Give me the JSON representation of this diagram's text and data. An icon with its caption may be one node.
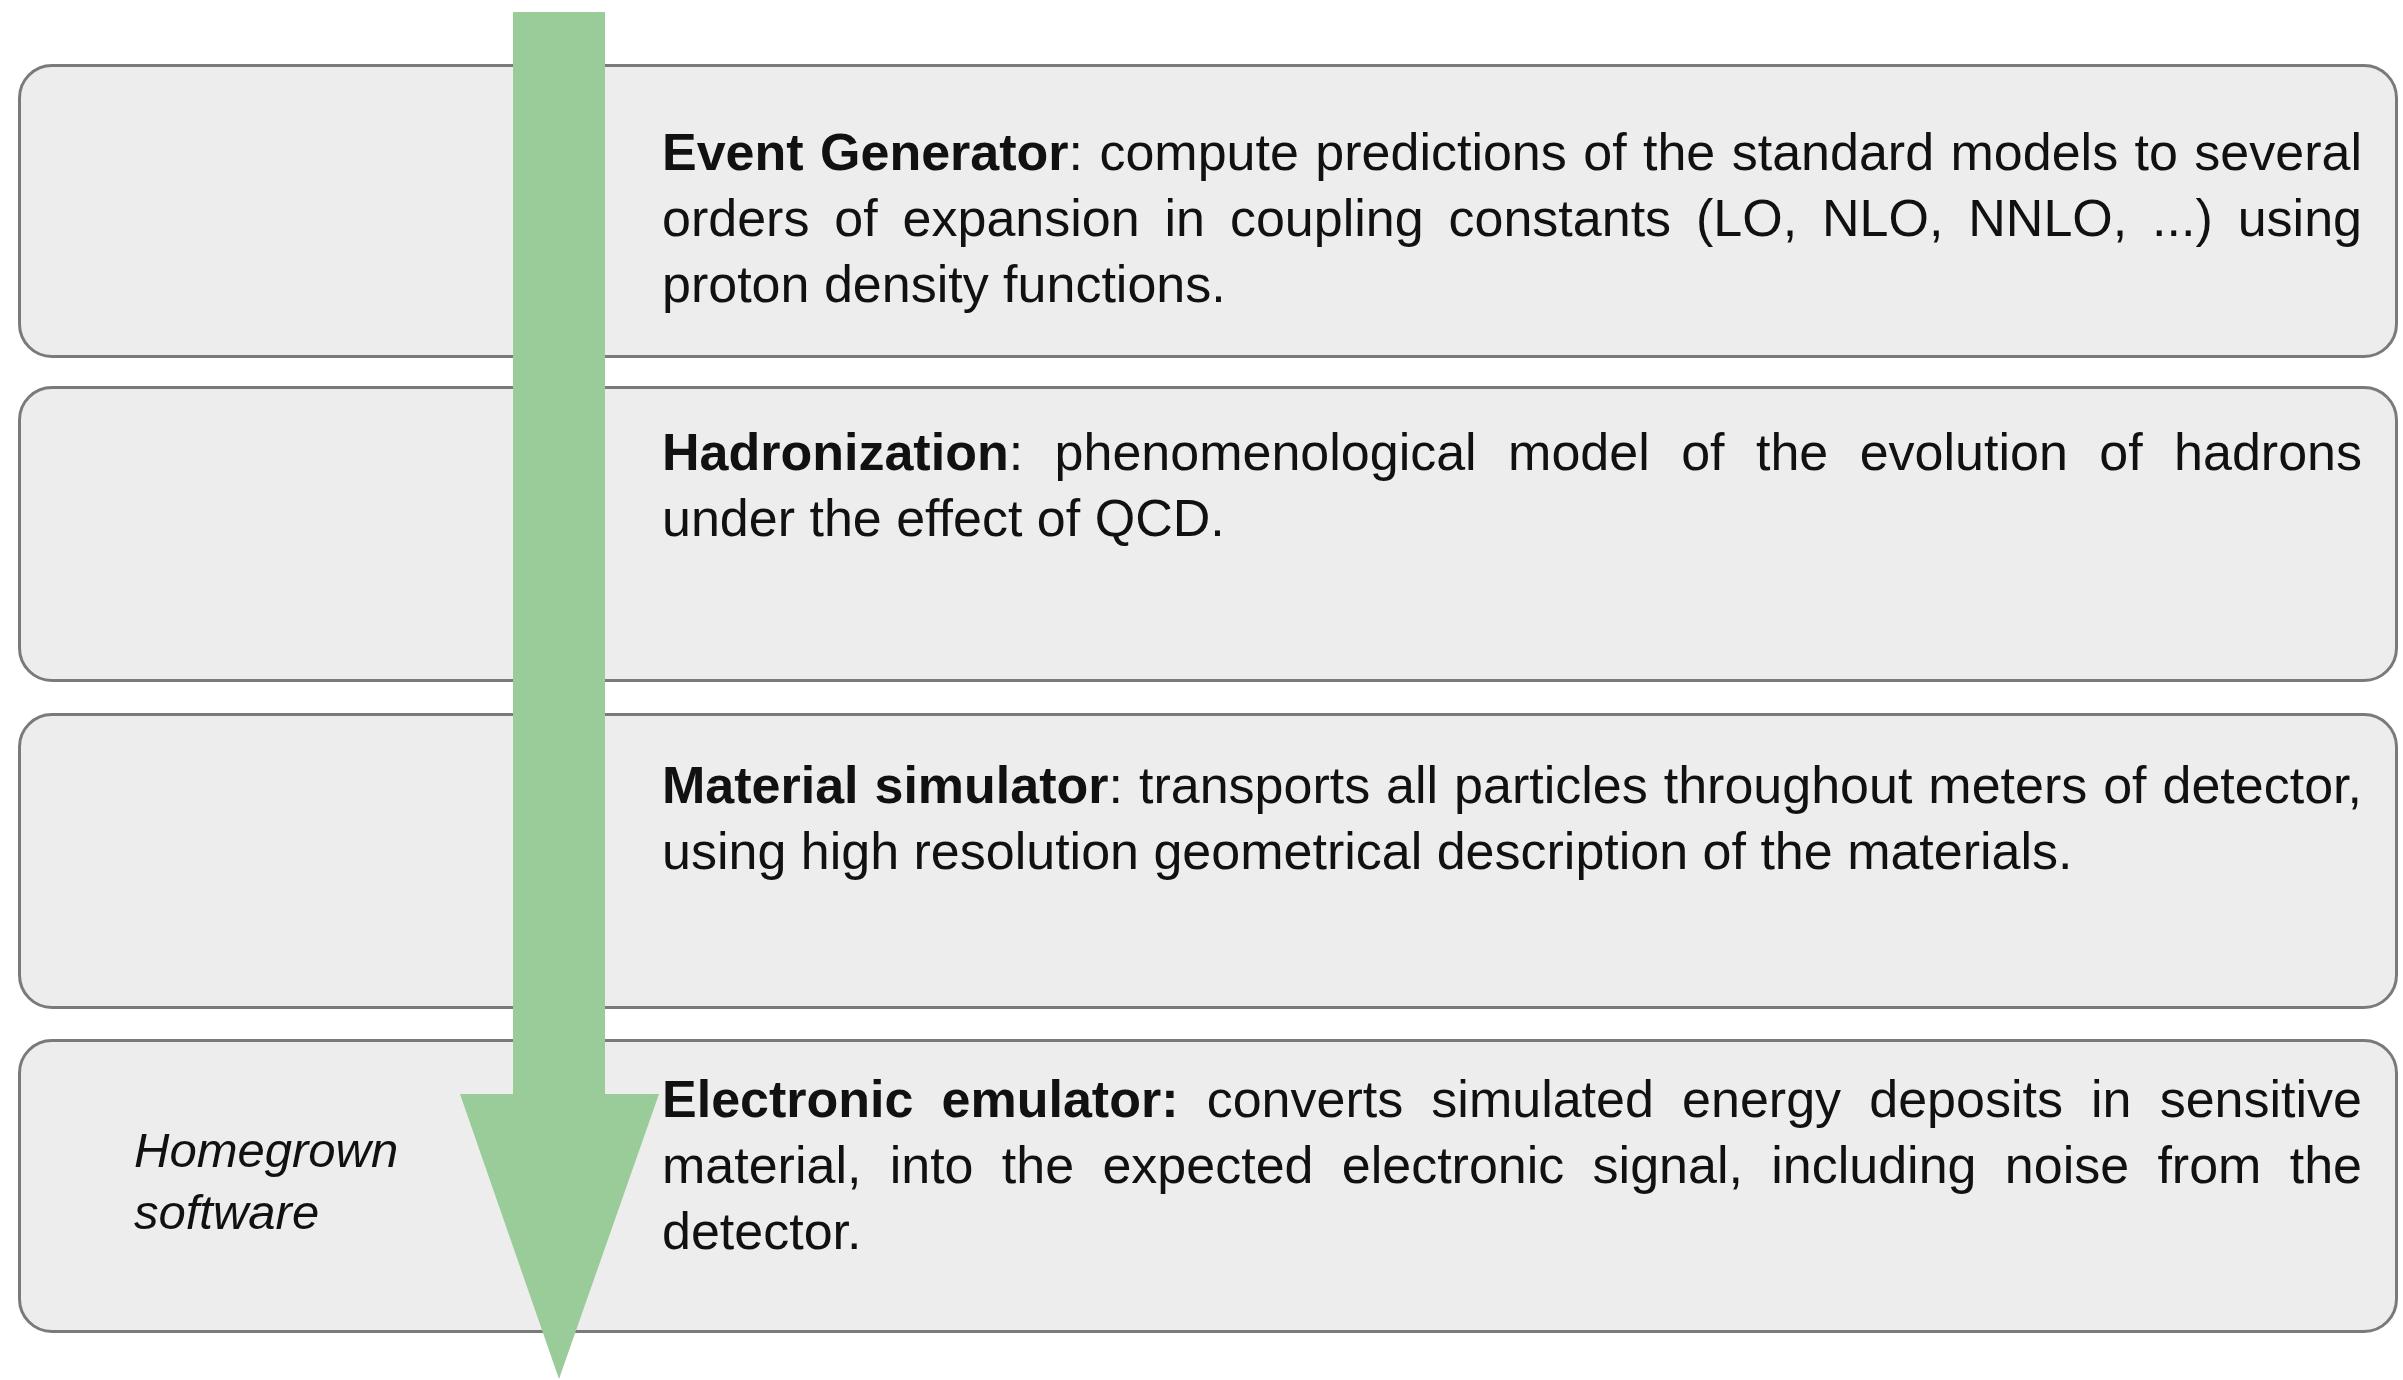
{
  "diagram": {
    "nodes": [
      {
        "text": [
          "**Event Generator**: compute predictions of the standard models to several orders of expansion in coupling constants (LO, NLO, NNLO, ...) using proton density functions."
        ]
      },
      {
        "text": [
          "**Hadronization**: phenomenological model of the evolution of hadrons under the effect of QCD."
        ]
      },
      {
        "text": [
          "**Material simulator**: transports all particles throughout meters of detector, using high resolution geometrical description of the materials."
        ]
      },
      {
        "text": [
          "Homegrown software",
          "**Electronic emulator:** converts simulated energy deposits in sensitive material, into the expected electronic signal, including noise from the detector."
        ]
      }
    ],
    "edges": [
      {
        "from": 0,
        "to": 3,
        "arrow": "to"
      }
    ]
  }
}
